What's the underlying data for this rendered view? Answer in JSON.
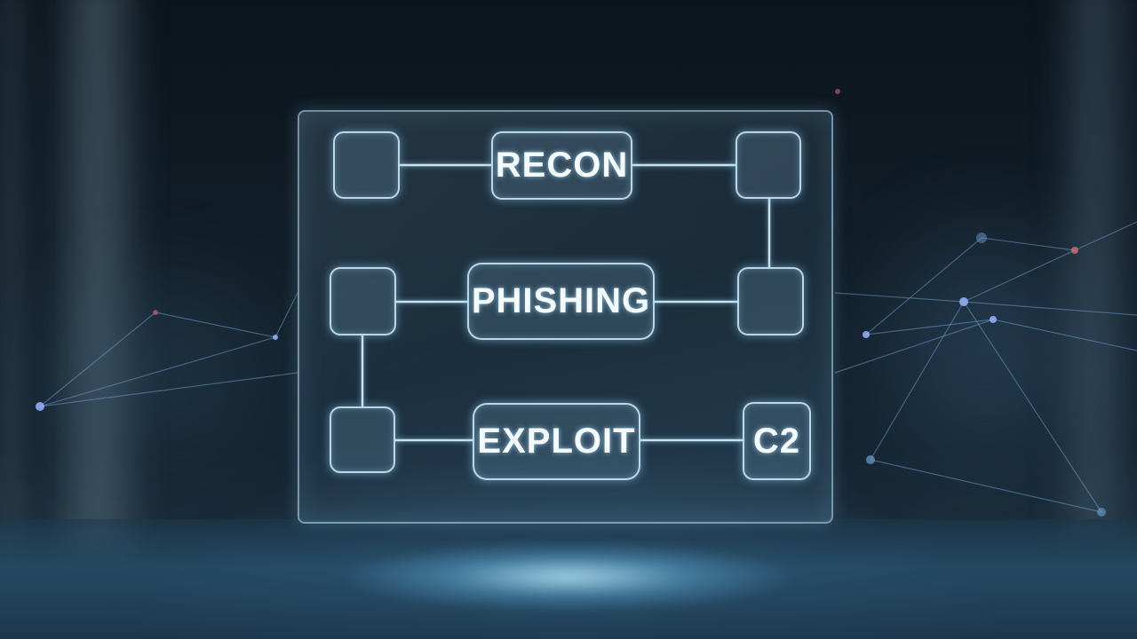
{
  "diagram": {
    "nodes": [
      {
        "id": "n1",
        "label": ""
      },
      {
        "id": "recon",
        "label": "RECON"
      },
      {
        "id": "n2",
        "label": ""
      },
      {
        "id": "n3",
        "label": ""
      },
      {
        "id": "phishing",
        "label": "PHISHING"
      },
      {
        "id": "n4",
        "label": ""
      },
      {
        "id": "n5",
        "label": ""
      },
      {
        "id": "exploit",
        "label": "EXPLOIT"
      },
      {
        "id": "c2",
        "label": "C2"
      }
    ],
    "edges": [
      [
        "n1",
        "recon"
      ],
      [
        "recon",
        "n2"
      ],
      [
        "n2",
        "n4"
      ],
      [
        "n3",
        "phishing"
      ],
      [
        "phishing",
        "n4"
      ],
      [
        "n3",
        "n5"
      ],
      [
        "n5",
        "exploit"
      ],
      [
        "exploit",
        "c2"
      ]
    ]
  },
  "colors": {
    "accent": "#cfeeff",
    "background": "#0b141c",
    "glow": "#8fd3ff"
  }
}
